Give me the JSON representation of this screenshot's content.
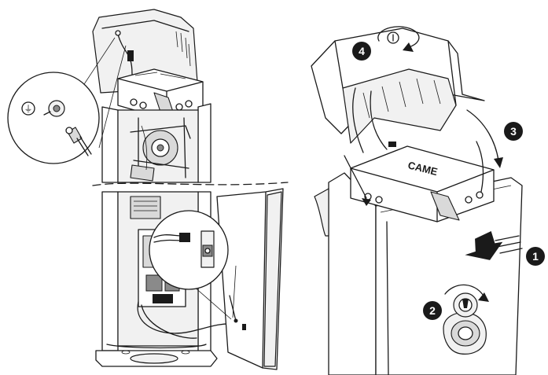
{
  "figure": {
    "brand_label": "CAME",
    "ground_symbol": "⏚",
    "steps": [
      {
        "number": "1",
        "action": "push-down-cover"
      },
      {
        "number": "2",
        "action": "unlock-key"
      },
      {
        "number": "3",
        "action": "open-lid"
      },
      {
        "number": "4",
        "action": "rotate-lock"
      }
    ]
  }
}
